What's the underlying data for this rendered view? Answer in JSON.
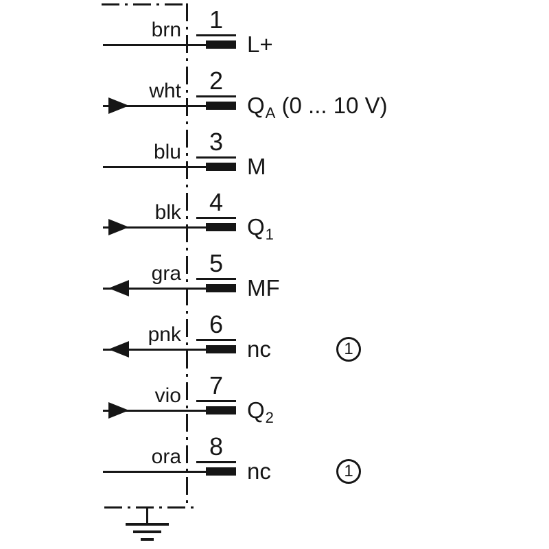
{
  "diagram": {
    "rows": [
      {
        "color": "brn",
        "pin": "1",
        "arrow": "none",
        "signal": {
          "main": "L+",
          "sub": "",
          "suffix": ""
        },
        "note": ""
      },
      {
        "color": "wht",
        "pin": "2",
        "arrow": "right",
        "signal": {
          "main": "Q",
          "sub": "A",
          "suffix": " (0 ... 10 V)"
        },
        "note": ""
      },
      {
        "color": "blu",
        "pin": "3",
        "arrow": "none",
        "signal": {
          "main": "M",
          "sub": "",
          "suffix": ""
        },
        "note": ""
      },
      {
        "color": "blk",
        "pin": "4",
        "arrow": "right",
        "signal": {
          "main": "Q",
          "sub": "1",
          "suffix": ""
        },
        "note": ""
      },
      {
        "color": "gra",
        "pin": "5",
        "arrow": "left",
        "signal": {
          "main": "MF",
          "sub": "",
          "suffix": ""
        },
        "note": ""
      },
      {
        "color": "pnk",
        "pin": "6",
        "arrow": "left",
        "signal": {
          "main": "nc",
          "sub": "",
          "suffix": ""
        },
        "note": "1"
      },
      {
        "color": "vio",
        "pin": "7",
        "arrow": "right",
        "signal": {
          "main": "Q",
          "sub": "2",
          "suffix": ""
        },
        "note": ""
      },
      {
        "color": "ora",
        "pin": "8",
        "arrow": "none",
        "signal": {
          "main": "nc",
          "sub": "",
          "suffix": ""
        },
        "note": "1"
      }
    ],
    "colors": {
      "line": "#161616",
      "background": "#ffffff"
    }
  }
}
